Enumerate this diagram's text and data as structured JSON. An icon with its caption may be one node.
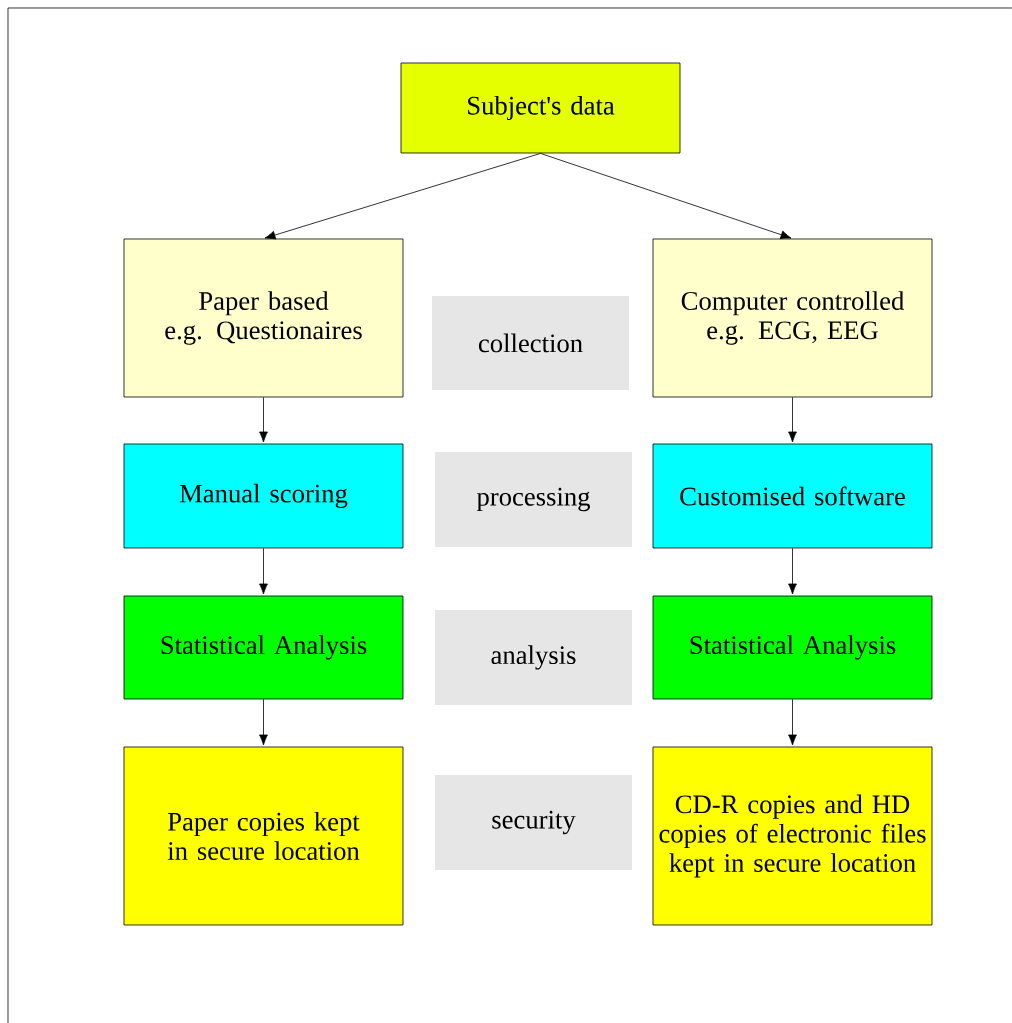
{
  "diagram": {
    "nodes": [
      {
        "text": [
          "Subject's data"
        ]
      },
      {
        "text": [
          "Paper based",
          "e.g. Questionaires"
        ]
      },
      {
        "text": [
          "collection"
        ]
      },
      {
        "text": [
          "Computer controlled",
          "e.g. ECG, EEG"
        ]
      },
      {
        "text": [
          "Manual scoring"
        ]
      },
      {
        "text": [
          "processing"
        ]
      },
      {
        "text": [
          "Customised software"
        ]
      },
      {
        "text": [
          "Statistical Analysis"
        ]
      },
      {
        "text": [
          "analysis"
        ]
      },
      {
        "text": [
          "Statistical Analysis"
        ]
      },
      {
        "text": [
          "Paper copies kept in secure location"
        ]
      },
      {
        "text": [
          "security"
        ]
      },
      {
        "text": [
          "CD-R copies and HD copies of electronic files kept in secure location"
        ]
      }
    ],
    "edges": [
      {
        "from": 0,
        "to": 1,
        "arrow": "to"
      },
      {
        "from": 0,
        "to": 3,
        "arrow": "to"
      },
      {
        "from": 1,
        "to": 4,
        "arrow": "to"
      },
      {
        "from": 4,
        "to": 7,
        "arrow": "to"
      },
      {
        "from": 7,
        "to": 10,
        "arrow": "to"
      },
      {
        "from": 3,
        "to": 6,
        "arrow": "to"
      },
      {
        "from": 6,
        "to": 9,
        "arrow": "to"
      },
      {
        "from": 9,
        "to": 12,
        "arrow": "to"
      }
    ]
  }
}
